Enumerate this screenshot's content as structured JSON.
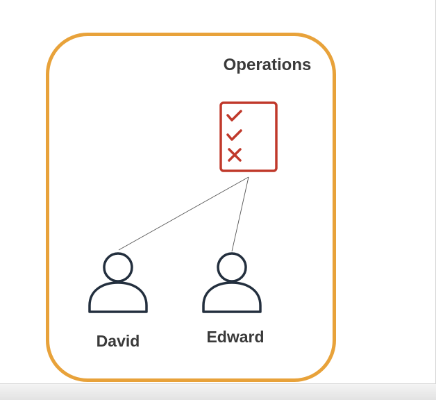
{
  "group": {
    "label": "Operations",
    "border_color": "#E8A23A"
  },
  "policy": {
    "icon": "checklist-icon",
    "color": "#C0392B"
  },
  "users": [
    {
      "name": "David",
      "icon": "user-icon"
    },
    {
      "name": "Edward",
      "icon": "user-icon"
    }
  ],
  "colors": {
    "text": "#3a3a3a",
    "user_stroke": "#232F3E",
    "connector": "#555555"
  }
}
